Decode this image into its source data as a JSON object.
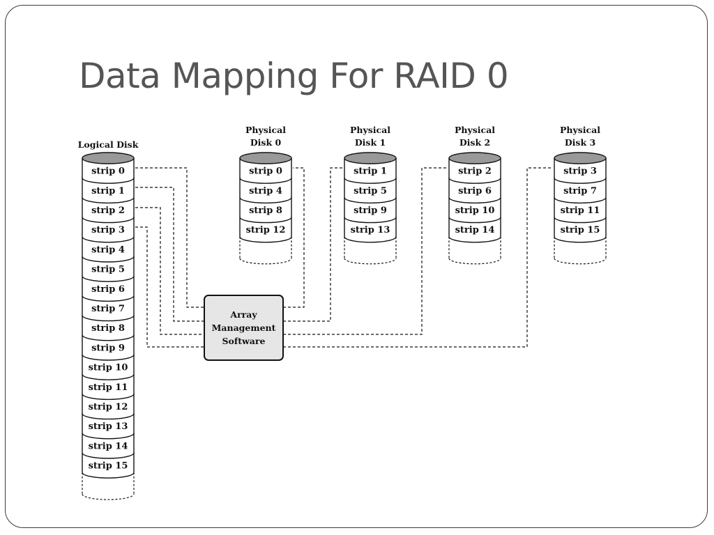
{
  "title": "Data Mapping For RAID 0",
  "logical_disk": {
    "title": "Logical Disk",
    "strips": [
      "strip 0",
      "strip 1",
      "strip 2",
      "strip 3",
      "strip 4",
      "strip 5",
      "strip 6",
      "strip 7",
      "strip 8",
      "strip 9",
      "strip 10",
      "strip 11",
      "strip 12",
      "strip 13",
      "strip 14",
      "strip 15"
    ]
  },
  "physical_disks": [
    {
      "title": [
        "Physical",
        "Disk 0"
      ],
      "strips": [
        "strip 0",
        "strip 4",
        "strip 8",
        "strip 12"
      ]
    },
    {
      "title": [
        "Physical",
        "Disk 1"
      ],
      "strips": [
        "strip 1",
        "strip 5",
        "strip 9",
        "strip 13"
      ]
    },
    {
      "title": [
        "Physical",
        "Disk 2"
      ],
      "strips": [
        "strip 2",
        "strip 6",
        "strip 10",
        "strip 14"
      ]
    },
    {
      "title": [
        "Physical",
        "Disk 3"
      ],
      "strips": [
        "strip 3",
        "strip 7",
        "strip 11",
        "strip 15"
      ]
    }
  ],
  "array_management": {
    "label": [
      "Array",
      "Management",
      "Software"
    ]
  },
  "colors": {
    "disk_top": "#999999",
    "box_fill": "#e6e6e6",
    "line": "#111111"
  }
}
